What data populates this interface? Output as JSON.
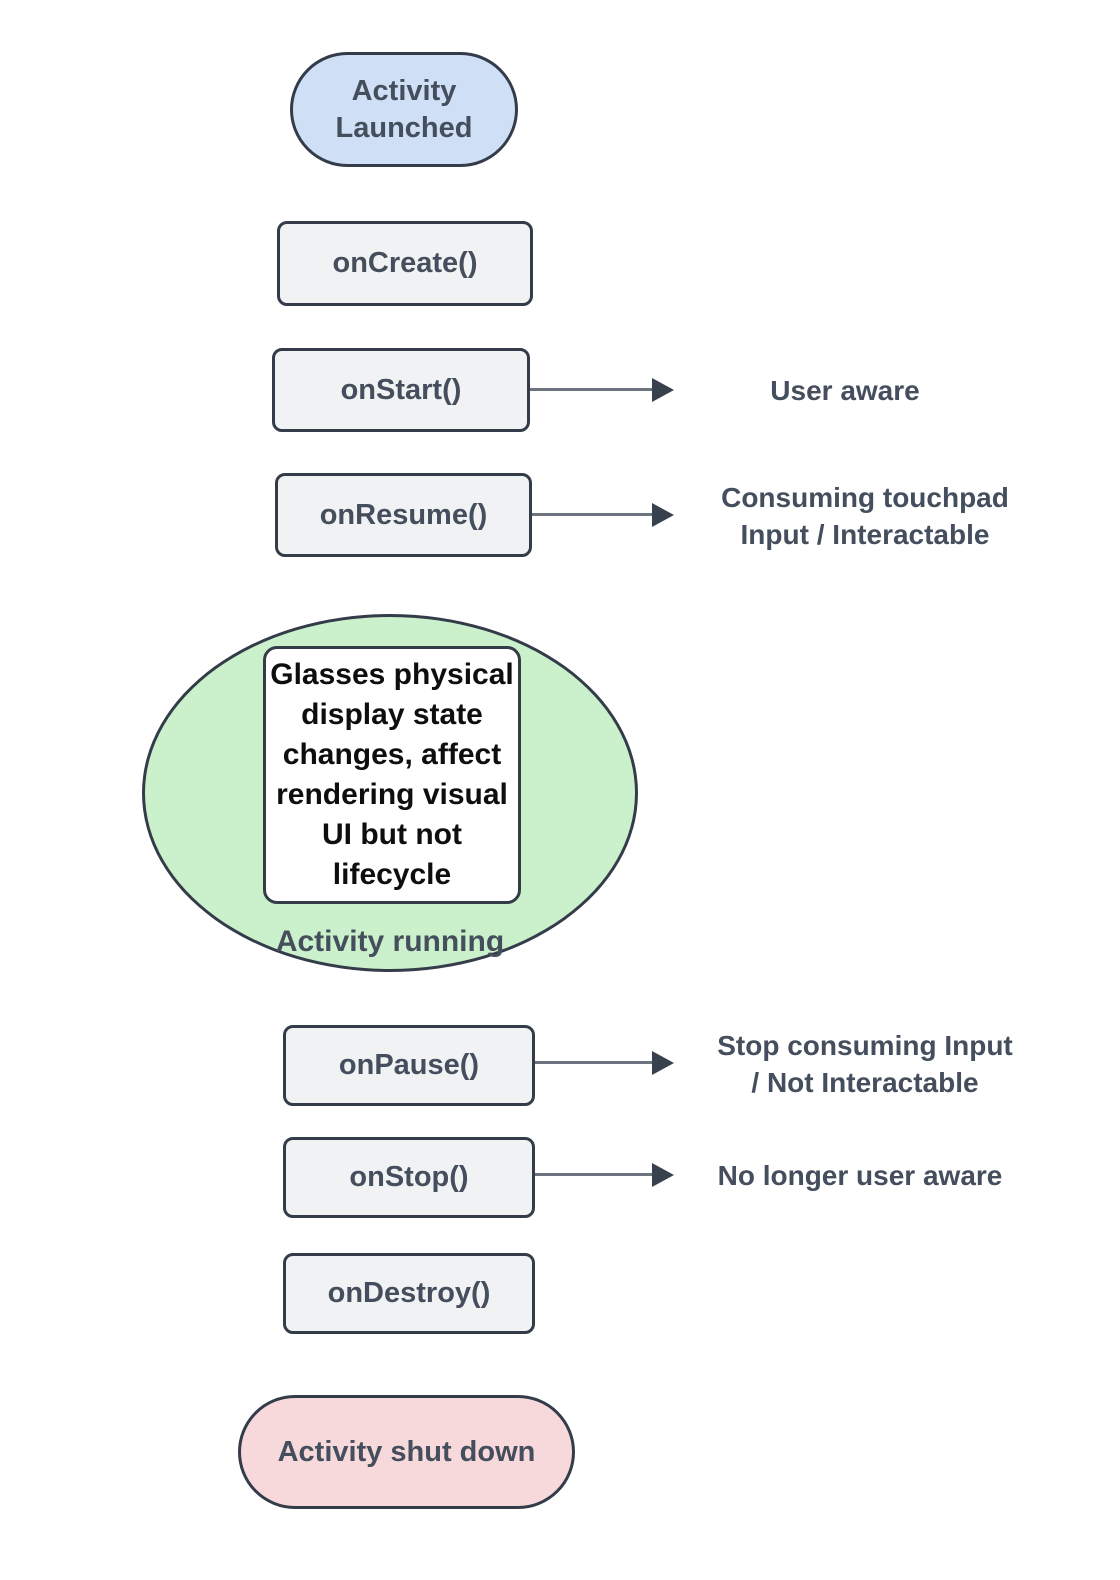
{
  "colors": {
    "background": "#ffffff",
    "blue-fill": "#cfe0f6",
    "gray-fill": "#f1f2f4",
    "green-fill": "#caf1cb",
    "pink-fill": "#f7d9dc",
    "white-fill": "#ffffff",
    "border": "#343b49",
    "text": "#454e5c",
    "note-text": "#0e0e10",
    "arrow-line": "#6d7480",
    "arrow-head": "#39414f"
  },
  "nodes": {
    "activity_launched": {
      "label": "Activity Launched"
    },
    "on_create": {
      "label": "onCreate()"
    },
    "on_start": {
      "label": "onStart()"
    },
    "on_resume": {
      "label": "onResume()"
    },
    "activity_running": {
      "label": "Activity running",
      "note_lines": [
        "Glasses physical",
        "display state",
        "changes, affect",
        "rendering visual",
        "UI but not",
        "lifecycle"
      ]
    },
    "on_pause": {
      "label": "onPause()"
    },
    "on_stop": {
      "label": "onStop()"
    },
    "on_destroy": {
      "label": "onDestroy()"
    },
    "activity_shut_down": {
      "label": "Activity shut down"
    }
  },
  "annotations": {
    "user_aware": {
      "lines": [
        "User aware"
      ]
    },
    "consuming_touchpad": {
      "lines": [
        "Consuming touchpad",
        "Input / Interactable"
      ]
    },
    "stop_consuming": {
      "lines": [
        "Stop consuming Input",
        "/ Not Interactable"
      ]
    },
    "no_longer_user_aware": {
      "lines": [
        "No longer user aware"
      ]
    }
  }
}
